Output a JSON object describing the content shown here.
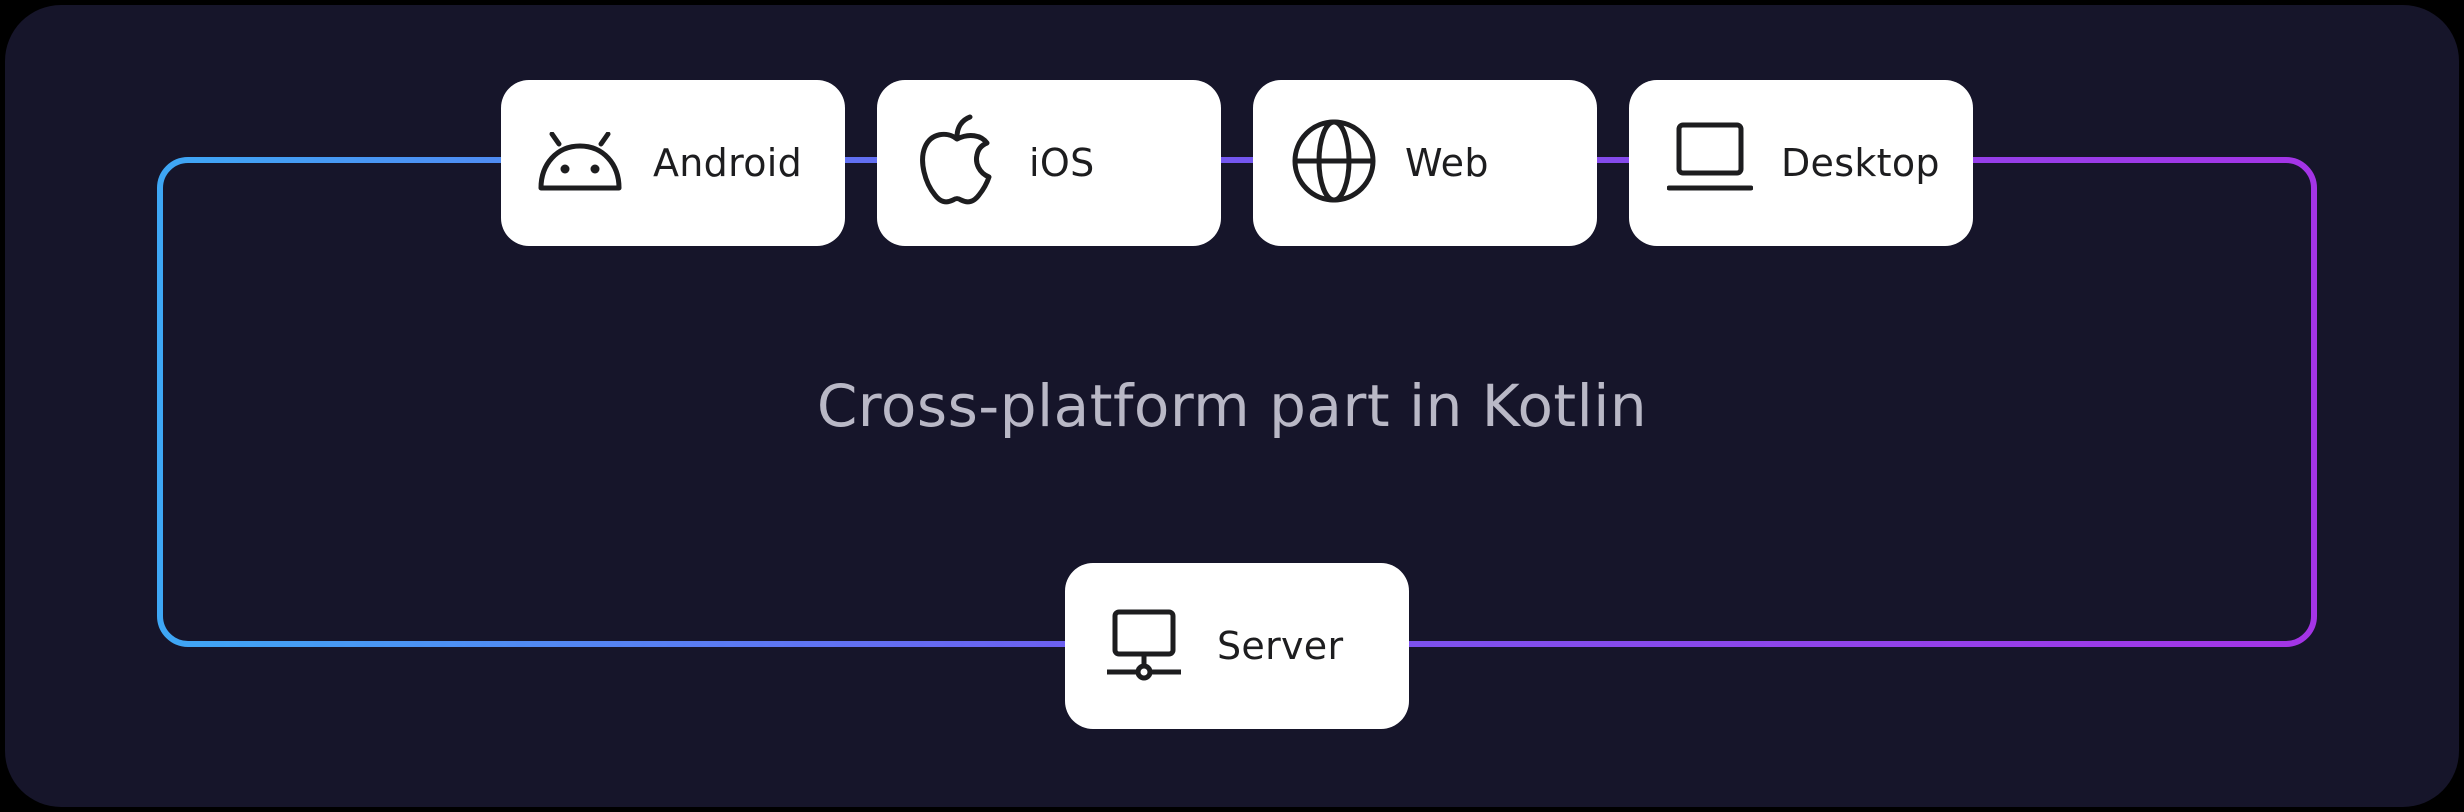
{
  "diagram": {
    "center_label": "Cross-platform part in Kotlin",
    "gradient": {
      "start": "#3ea7f5",
      "mid": "#6f5af0",
      "end": "#a434e6"
    },
    "colors": {
      "background": "#16152a",
      "card": "#ffffff",
      "text": "#1d1d1f",
      "center_text": "#b9b8c6"
    },
    "targets": [
      {
        "label": "Android",
        "icon": "android-icon"
      },
      {
        "label": "iOS",
        "icon": "apple-icon"
      },
      {
        "label": "Web",
        "icon": "globe-icon"
      },
      {
        "label": "Desktop",
        "icon": "laptop-icon"
      }
    ],
    "server": {
      "label": "Server",
      "icon": "server-icon"
    }
  }
}
